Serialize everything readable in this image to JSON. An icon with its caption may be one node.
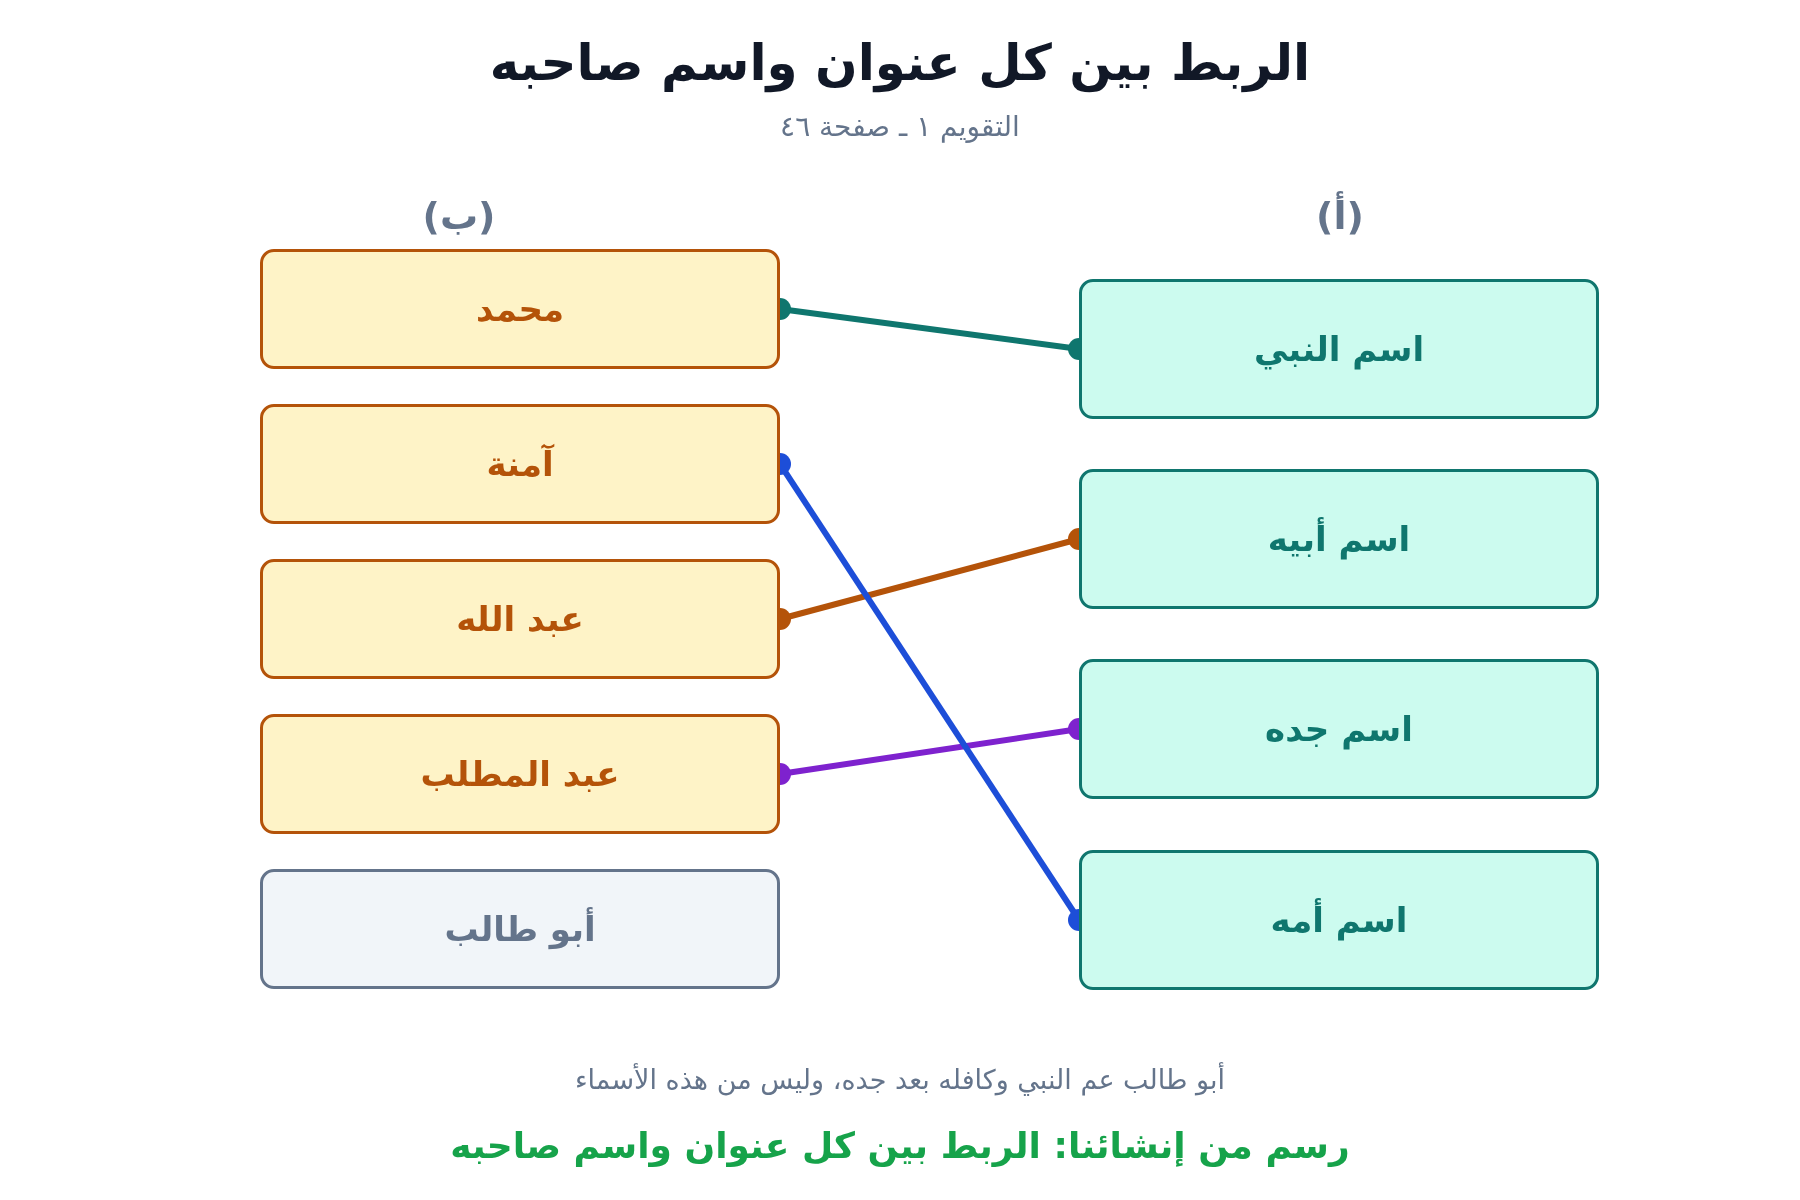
{
  "diagram": {
    "title": "الربط بين كل عنوان واسم صاحبه",
    "caption": "رسم من إنشائنا: الربط بين كل عنوان واسم صاحبه",
    "nodes": [
      {
        "text": [
          "اسم النبي"
        ]
      },
      {
        "text": [
          "اسم أبيه"
        ]
      },
      {
        "text": [
          "اسم جده"
        ]
      },
      {
        "text": [
          "اسم أمه"
        ]
      },
      {
        "text": [
          "محمد"
        ]
      },
      {
        "text": [
          "آمنة"
        ]
      },
      {
        "text": [
          "عبد الله"
        ]
      },
      {
        "text": [
          "عبد المطلب"
        ]
      },
      {
        "text": [
          "أبو طالب"
        ]
      }
    ],
    "edges": [
      {
        "from": 0,
        "to": 4,
        "arrow": "other",
        "color": "#0f766e"
      },
      {
        "from": 1,
        "to": 6,
        "arrow": "other",
        "color": "#b45309"
      },
      {
        "from": 2,
        "to": 7,
        "arrow": "other",
        "color": "#7e22ce"
      },
      {
        "from": 3,
        "to": 5,
        "arrow": "other",
        "color": "#1d4ed8"
      }
    ],
    "labels": [
      "التقويم ١ ـ صفحة ٤٦",
      "(أ)",
      "(ب)",
      "أبو طالب عم النبي وكافله بعد جده، وليس من هذه الأسماء"
    ]
  }
}
